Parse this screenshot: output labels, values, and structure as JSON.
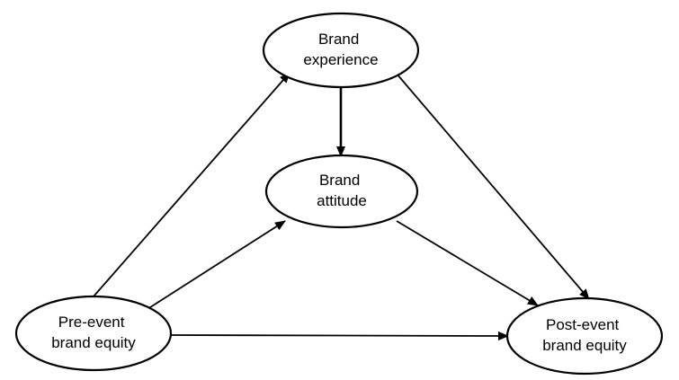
{
  "diagram": {
    "nodes": {
      "brand_experience": {
        "lines": [
          "Brand",
          "experience"
        ]
      },
      "brand_attitude": {
        "lines": [
          "Brand",
          "attitude"
        ]
      },
      "pre_event_brand_equity": {
        "lines": [
          "Pre-event",
          "brand equity"
        ]
      },
      "post_event_brand_equity": {
        "lines": [
          "Post-event",
          "brand equity"
        ]
      }
    },
    "edges": [
      {
        "from": "brand_experience",
        "to": "brand_attitude"
      },
      {
        "from": "brand_experience",
        "to": "post_event_brand_equity"
      },
      {
        "from": "brand_attitude",
        "to": "post_event_brand_equity"
      },
      {
        "from": "pre_event_brand_equity",
        "to": "brand_experience"
      },
      {
        "from": "pre_event_brand_equity",
        "to": "brand_attitude"
      },
      {
        "from": "pre_event_brand_equity",
        "to": "post_event_brand_equity"
      }
    ],
    "colors": {
      "stroke": "#000000",
      "fill": "#ffffff"
    }
  }
}
